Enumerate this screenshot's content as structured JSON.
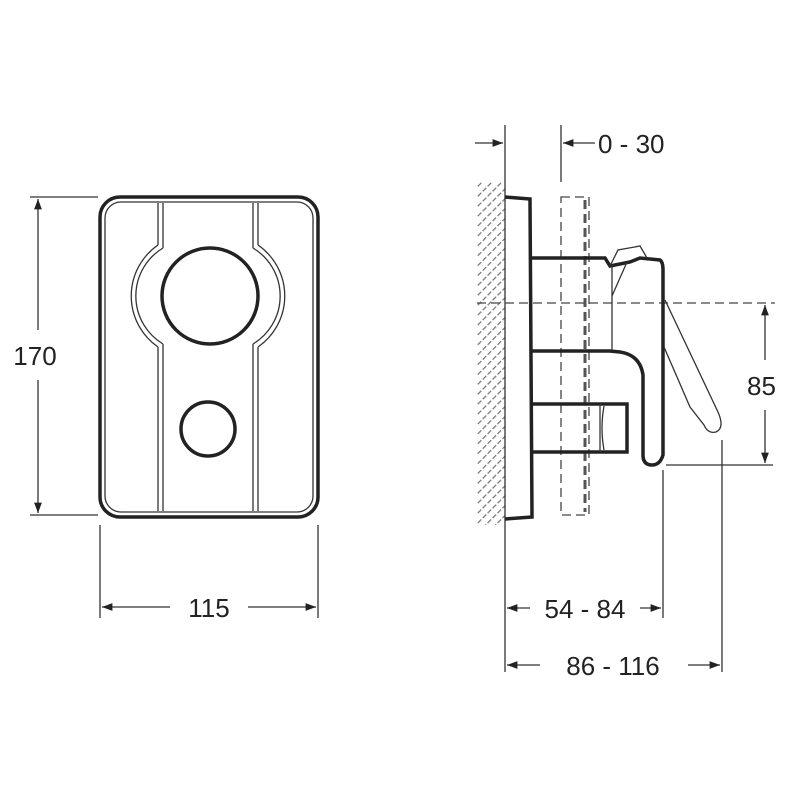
{
  "front_view": {
    "height_label": "170",
    "width_label": "115"
  },
  "side_view": {
    "offset_label": "0 - 30",
    "lever_height_label": "85",
    "depth_label": "54 - 84",
    "total_depth_label": "86 - 116"
  },
  "colors": {
    "line": "#222222",
    "background": "#ffffff"
  }
}
